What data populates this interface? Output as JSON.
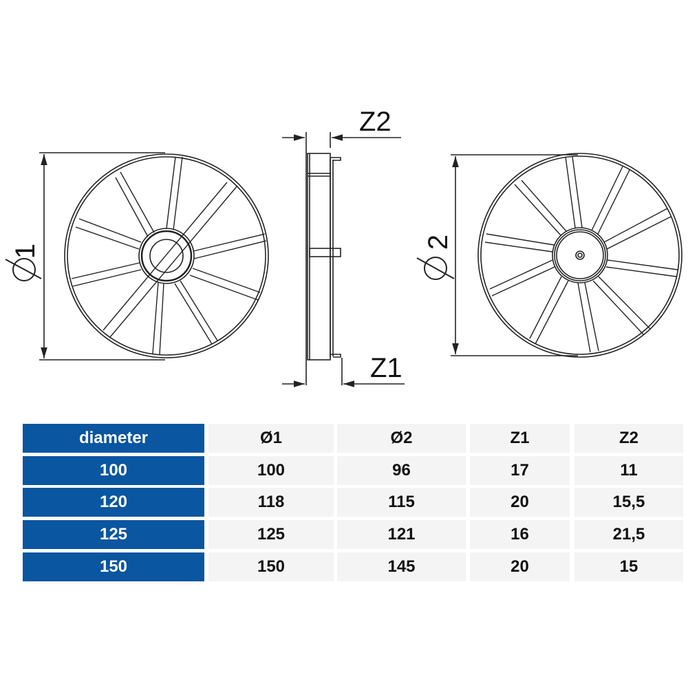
{
  "drawing": {
    "front_view_label": "Ø 1",
    "side_view_top_label": "Z2",
    "side_view_bottom_label": "Z1",
    "back_view_label": "Ø 2",
    "labels": {
      "d1_symbol": "Ø",
      "d1_num": "1",
      "d2_symbol": "Ø",
      "d2_num": "2",
      "z2": "Z2",
      "z1": "Z1"
    }
  },
  "colors": {
    "key_column_bg": "#0a56a0",
    "key_column_text": "#ffffff",
    "cell_bg": "#f4f4f4",
    "cell_text": "#111111",
    "line": "#222222"
  },
  "table": {
    "headers": [
      "diameter",
      "Ø1",
      "Ø2",
      "Z1",
      "Z2"
    ],
    "rows": [
      [
        "100",
        "100",
        "96",
        "17",
        "11"
      ],
      [
        "120",
        "118",
        "115",
        "20",
        "15,5"
      ],
      [
        "125",
        "125",
        "121",
        "16",
        "21,5"
      ],
      [
        "150",
        "150",
        "145",
        "20",
        "15"
      ]
    ]
  }
}
